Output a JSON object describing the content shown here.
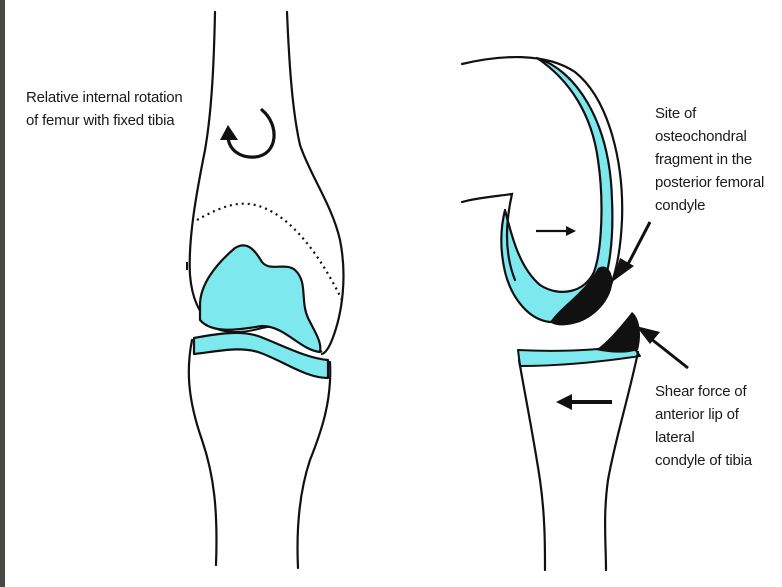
{
  "colors": {
    "cartilage": "#7de8ee",
    "outline": "#111111",
    "lesion": "#111111",
    "frame": "#4a4a44"
  },
  "labels": {
    "rotation": "Relative internal rotation\nof femur with fixed tibia",
    "fragment": "Site of osteochondral\nfragment in the\nposterior femoral\ncondyle",
    "shear": "Shear force of\nanterior lip of lateral\ncondyle of tibia"
  }
}
